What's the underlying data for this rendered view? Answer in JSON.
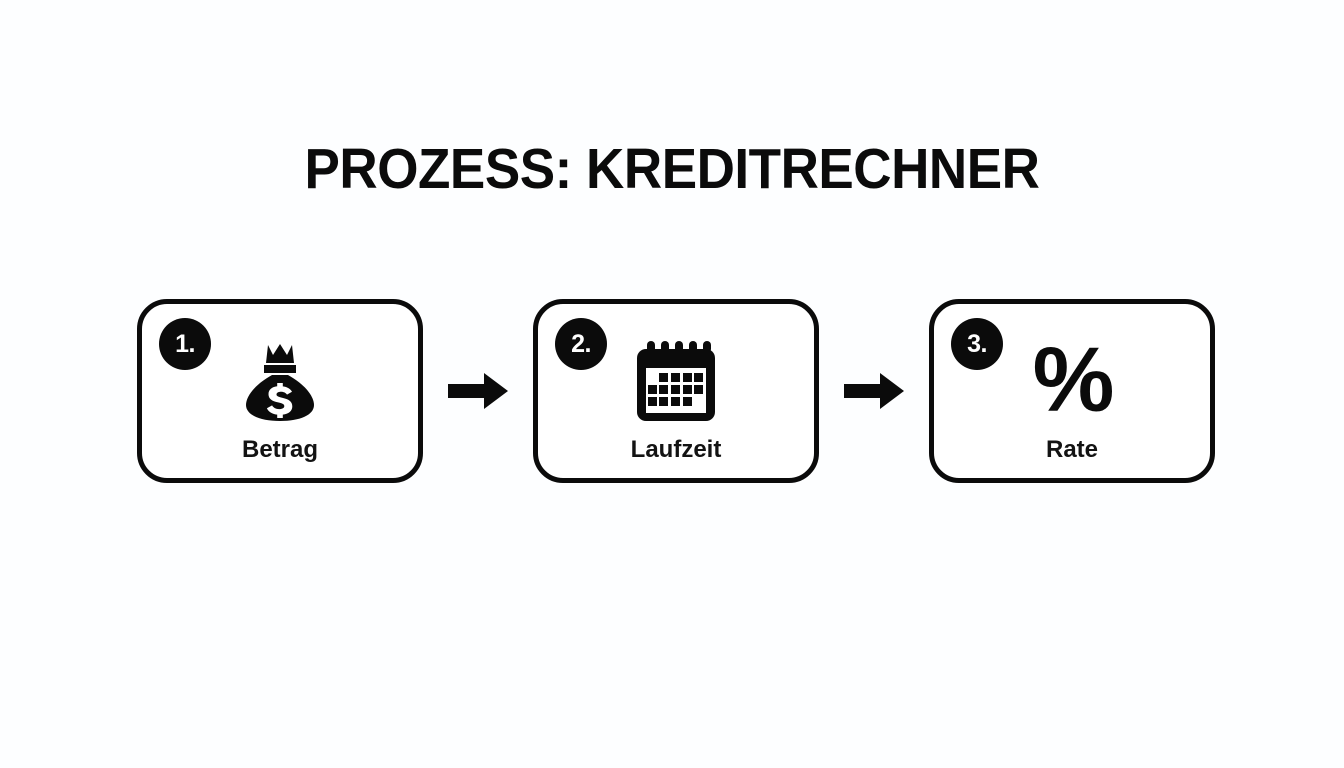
{
  "page": {
    "background_color": "#fdfeff",
    "ink_color": "#0b0b0b",
    "title": "PROZESS: KREDITRECHNER"
  },
  "flow": {
    "steps": [
      {
        "badge": "1.",
        "icon": "money-bag-icon",
        "label": "Betrag"
      },
      {
        "badge": "2.",
        "icon": "calendar-icon",
        "label": "Laufzeit"
      },
      {
        "badge": "3.",
        "icon": "percent-icon",
        "label": "Rate",
        "glyph": "%"
      }
    ],
    "connectors": [
      {
        "icon": "arrow-right-icon"
      },
      {
        "icon": "arrow-right-icon"
      }
    ]
  }
}
